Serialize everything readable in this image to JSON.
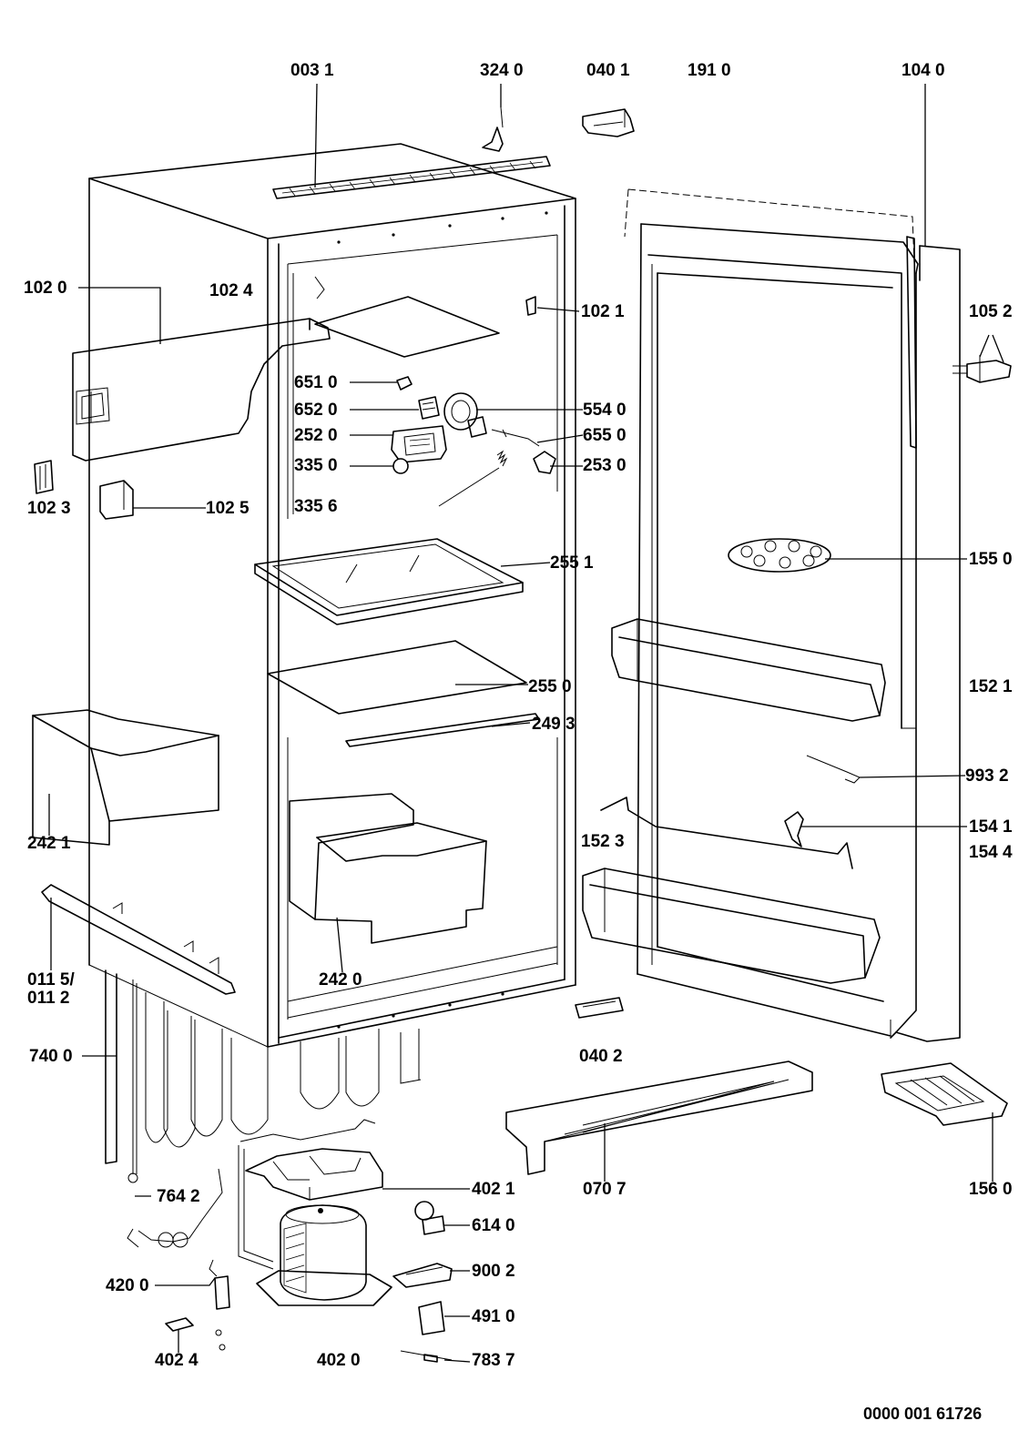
{
  "labels": {
    "p0031": "003 1",
    "p3240": "324 0",
    "p0401": "040 1",
    "p1910": "191 0",
    "p1040": "104 0",
    "p1020": "102 0",
    "p1024": "102 4",
    "p1021": "102 1",
    "p1052": "105 2",
    "p6510": "651 0",
    "p6520": "652 0",
    "p5540": "554 0",
    "p2520": "252 0",
    "p6550": "655 0",
    "p3350": "335 0",
    "p2530": "253 0",
    "p1023": "102 3",
    "p1025": "102 5",
    "p3356": "335 6",
    "p2551": "255 1",
    "p1550": "155 0",
    "p2550": "255 0",
    "p1521": "152 1",
    "p2493": "249 3",
    "p9932": "993 2",
    "p2421": "242 1",
    "p1523": "152 3",
    "p1541": "154 1",
    "p1544": "154 4",
    "p0115": "011 5/",
    "p0112": "011 2",
    "p2420": "242 0",
    "p7400": "740 0",
    "p0402": "040 2",
    "p7642": "764 2",
    "p4021": "402 1",
    "p0707": "070 7",
    "p1560": "156 0",
    "p6140": "614 0",
    "p9002": "900 2",
    "p4200": "420 0",
    "p4910": "491 0",
    "p4024": "402 4",
    "p4020": "402 0",
    "p7837": "783 7",
    "doc_code": "0000 001 61726"
  }
}
